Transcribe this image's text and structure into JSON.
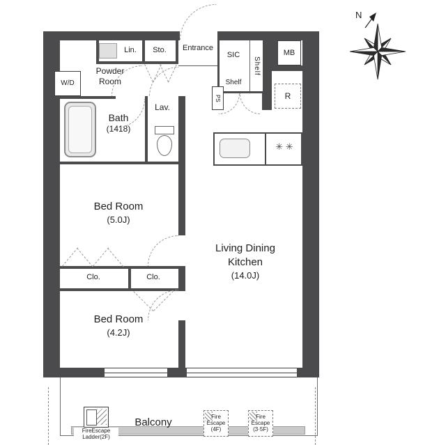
{
  "compass": {
    "north_label": "N"
  },
  "rooms": {
    "entrance": "Entrance",
    "storage": "Sto.",
    "linen": "Lin.",
    "powder_room": [
      "Powder",
      "Room"
    ],
    "washer_dryer": "W/D",
    "sic": "SIC",
    "sic_shelf_side": "Shelf",
    "sic_shelf_bottom": "Shelf",
    "meter_box": "MB",
    "pipe_space": "PS",
    "refrigerator": "R",
    "bath": [
      "Bath",
      "(1418)"
    ],
    "lavatory": "Lav.",
    "bedroom1": [
      "Bed Room",
      "(5.0J)"
    ],
    "ldk": [
      "Living Dining",
      "Kitchen",
      "(14.0J)"
    ],
    "closet1": "Clo.",
    "closet2": "Clo.",
    "bedroom2": [
      "Bed Room",
      "(4.2J)"
    ],
    "balcony": "Balcony"
  },
  "annotations": {
    "fire_escape_ladder": [
      "FireEscape",
      "Ladder(2F)"
    ],
    "fire_escape_4f": [
      "Fire",
      "Escape",
      "(4F)"
    ],
    "fire_escape_35f": [
      "Fire",
      "Escape",
      "(3·5F)"
    ]
  },
  "icons": {
    "stove_burners": "✳ ✳"
  },
  "colors": {
    "wall": "#4b4b4d",
    "line": "#3d3d3d",
    "dash": "#9a9a9a",
    "fixture_fill": "#e9e9e9",
    "balcony_rail": "#c9c9c9"
  }
}
